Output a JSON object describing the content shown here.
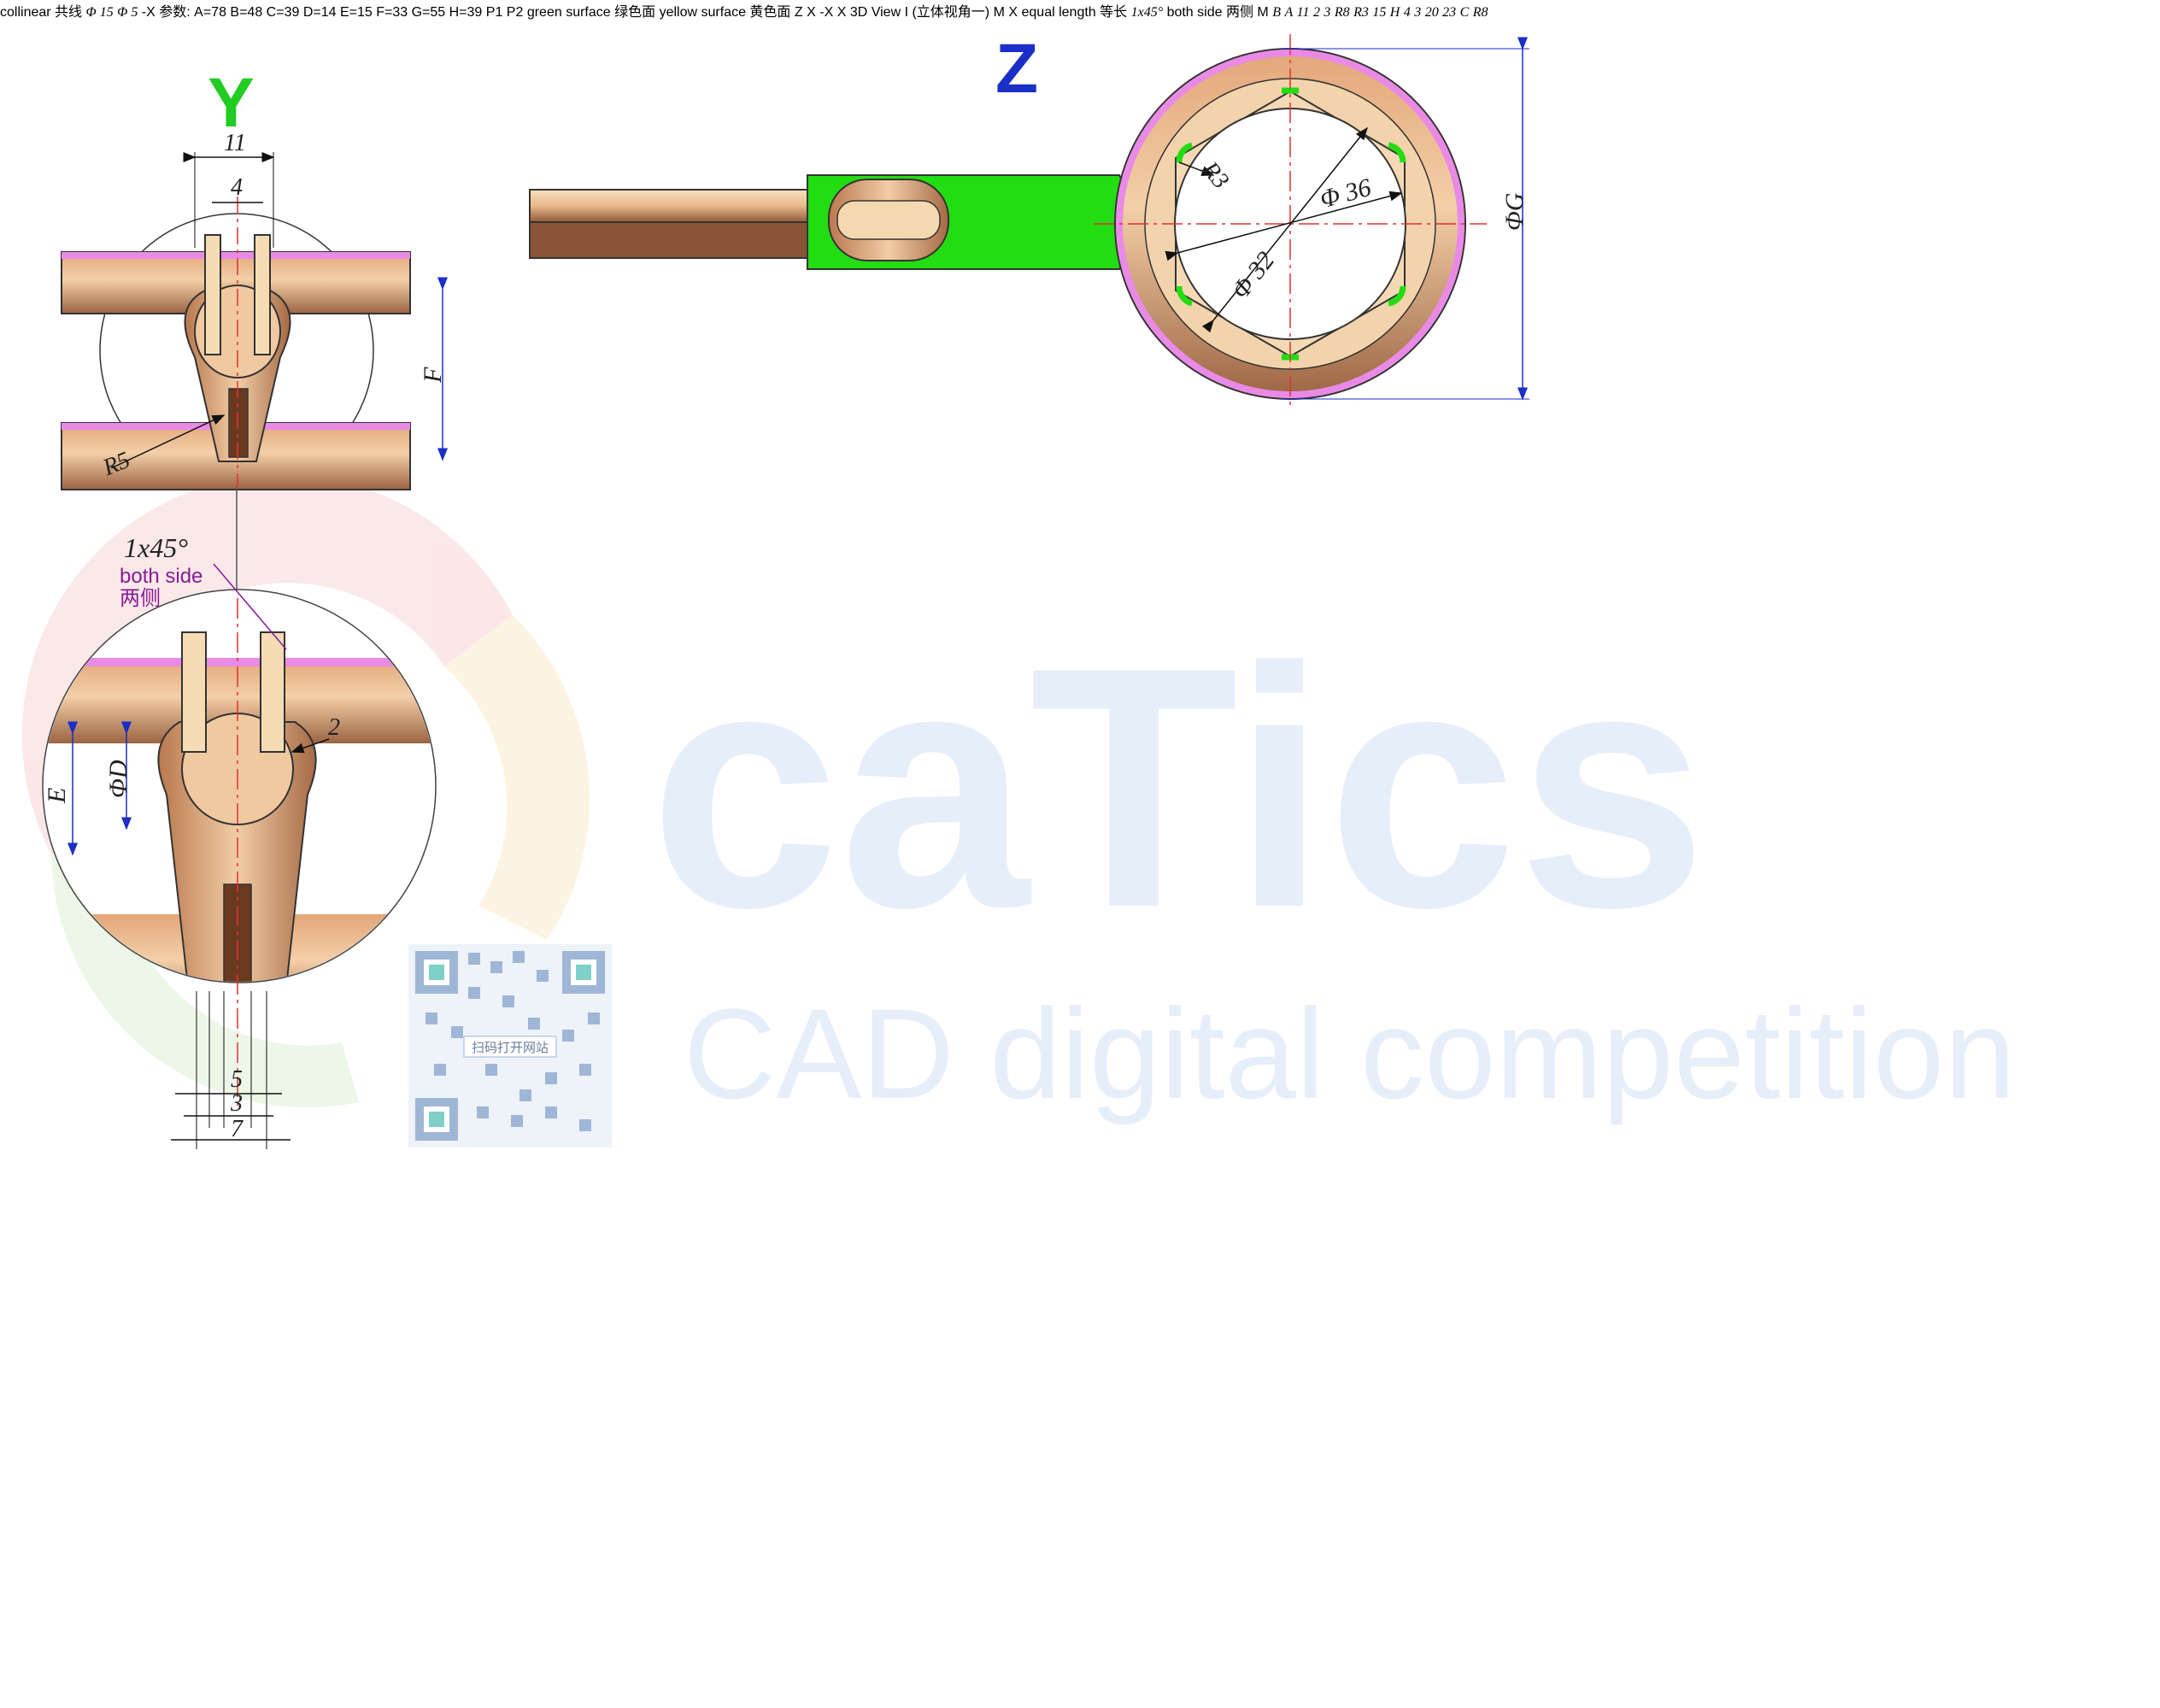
{
  "views": {
    "y": "Y",
    "z": "Z",
    "neg_x": "-X",
    "x": "X",
    "m": "M",
    "m_arrow": "M",
    "z_arrow": "Z",
    "x_arrow_left": "X",
    "x_arrow_small": "-X",
    "x_arrow_bottom": "X",
    "view3d_en": "3D View I",
    "view3d_cn": "(立体视角一)"
  },
  "params": {
    "title": "参数:",
    "line1": "A=78 B=48 C=39 D=14 E=15",
    "line2": "F=33 G=55 H=39"
  },
  "annotations": {
    "green_en": "green surface",
    "green_cn": "绿色面",
    "yellow_en": "yellow surface",
    "yellow_cn": "黄色面",
    "collinear_en": "collinear",
    "collinear_cn": "共线",
    "equal_en": "equal length",
    "equal_cn": "等长",
    "chamfer": "1x45°",
    "both_en": "both side",
    "both_cn": "两侧",
    "p1": "P1",
    "p2": "P2",
    "qr_caption": "扫码打开网站",
    "watermark_big": "caTics",
    "watermark_small": "CAD digital competition"
  },
  "dims": {
    "y_11": "11",
    "y_4": "4",
    "y_F": "F",
    "y_R5": "R5",
    "y_2": "2",
    "y_E": "E",
    "y_D": "ΦD",
    "y_5": "5",
    "y_3": "3",
    "y_7": "7",
    "z_R3": "R3",
    "z_36": "Φ 36",
    "z_32": "Φ 32",
    "z_G": "ΦG",
    "nx_15": "Φ 15",
    "nx_5": "Φ 5",
    "m_B": "B",
    "m_A": "A",
    "m_11": "11",
    "m_2": "2",
    "m_3top": "3",
    "m_R8a": "R8",
    "m_R3": "R3",
    "m_20": "20",
    "m_R8b": "R8",
    "m_23": "23",
    "m_C": "C",
    "m_4": "4",
    "m_15": "15",
    "m_H": "H",
    "m_3bot": "3"
  },
  "colors": {
    "bronze": "#c98a5a",
    "bronze_light": "#f0c9a0",
    "green": "#22dd11",
    "yellow": "#ffff00",
    "pink": "#e98ae6",
    "purple": "#8a1a9a",
    "red": "#e01010",
    "blue": "#1a2ec8",
    "orange": "#ff5a0a",
    "magenta": "#e23de0"
  }
}
